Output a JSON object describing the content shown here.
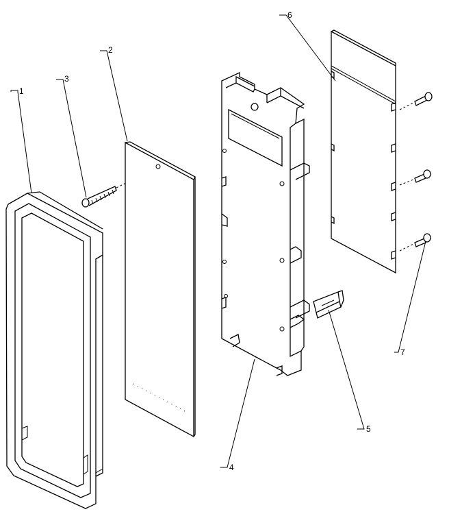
{
  "callouts": {
    "frame": "1",
    "panel": "2",
    "screw_left": "3",
    "bracket": "4",
    "clip": "5",
    "board": "6",
    "screws_right": "7"
  }
}
